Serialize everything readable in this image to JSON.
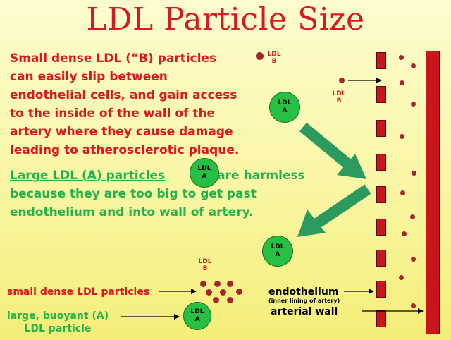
{
  "title": "LDL Particle Size",
  "red_paragraph": {
    "lead": "Small dense LDL (“B) particles",
    "lines": [
      "can easily slip between",
      "endothelial cells, and gain access",
      "to the inside of the wall of the",
      "artery where they cause damage",
      "leading to atherosclerotic plaque."
    ]
  },
  "green_paragraph": {
    "lead": "Large LDL (A) particles",
    "lead_tail": "are harmless",
    "lines": [
      "because they are too big to get past",
      "endothelium and into wall of artery."
    ]
  },
  "particle_labels": {
    "ldl": "LDL",
    "a": "A",
    "b": "B"
  },
  "legend": {
    "small_dense": "small dense LDL particles",
    "large_buoyant_line1": "large, buoyant (A)",
    "large_buoyant_line2": "LDL particle",
    "endothelium": "endothelium",
    "endothelium_sub": "(inner lining of artery)",
    "arterial_wall": "arterial wall"
  },
  "colors": {
    "red_text": "#d9191f",
    "green_text": "#22b24c",
    "ldl_a_particle": "#27c043",
    "ldl_b_particle": "#a5242e",
    "arrow_green": "#2c9a5e"
  },
  "icons": {
    "endothelium": "dashed-red-barrier",
    "arterial_wall": "solid-red-bar",
    "ldl_a": "green-circle",
    "ldl_b": "small-dark-red-dot"
  }
}
